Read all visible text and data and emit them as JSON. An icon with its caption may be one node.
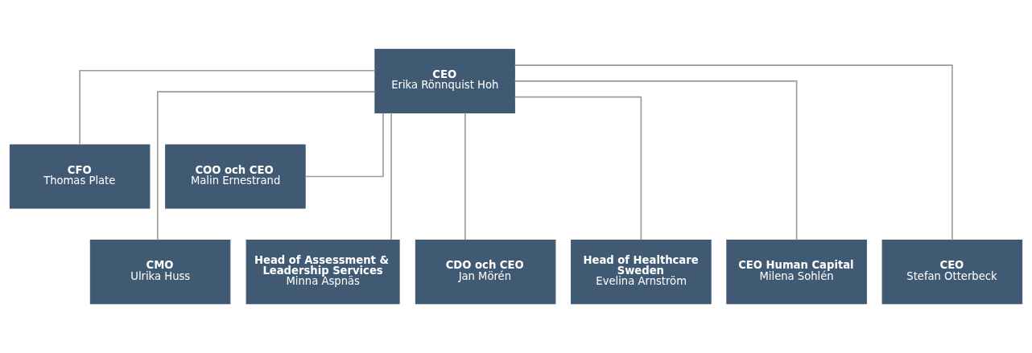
{
  "diagram": {
    "nodes": [
      {
        "text": [
          "CEO",
          "Erika Rönnquist Hoh"
        ]
      },
      {
        "text": [
          "CFO",
          "Thomas Plate"
        ]
      },
      {
        "text": [
          "COO och CEO",
          "Malin Ernestrand"
        ]
      },
      {
        "text": [
          "CMO",
          "Ulrika Huss"
        ]
      },
      {
        "text": [
          "Head of Assessment & Leadership Services",
          "Minna Aspnäs"
        ]
      },
      {
        "text": [
          "CDO och CEO",
          "Jan Mörén"
        ]
      },
      {
        "text": [
          "Head of Healthcare Sweden",
          "Evelina Arnström"
        ]
      },
      {
        "text": [
          "CEO Human Capital",
          "Milena Sohlén"
        ]
      },
      {
        "text": [
          "CEO",
          "Stefan Otterbeck"
        ]
      }
    ],
    "edges": [
      {
        "from": 0,
        "to": 1,
        "arrow": "none"
      },
      {
        "from": 0,
        "to": 2,
        "arrow": "none"
      },
      {
        "from": 0,
        "to": 3,
        "arrow": "none"
      },
      {
        "from": 0,
        "to": 4,
        "arrow": "none"
      },
      {
        "from": 0,
        "to": 5,
        "arrow": "none"
      },
      {
        "from": 0,
        "to": 6,
        "arrow": "none"
      },
      {
        "from": 0,
        "to": 7,
        "arrow": "none"
      },
      {
        "from": 0,
        "to": 8,
        "arrow": "none"
      }
    ]
  }
}
